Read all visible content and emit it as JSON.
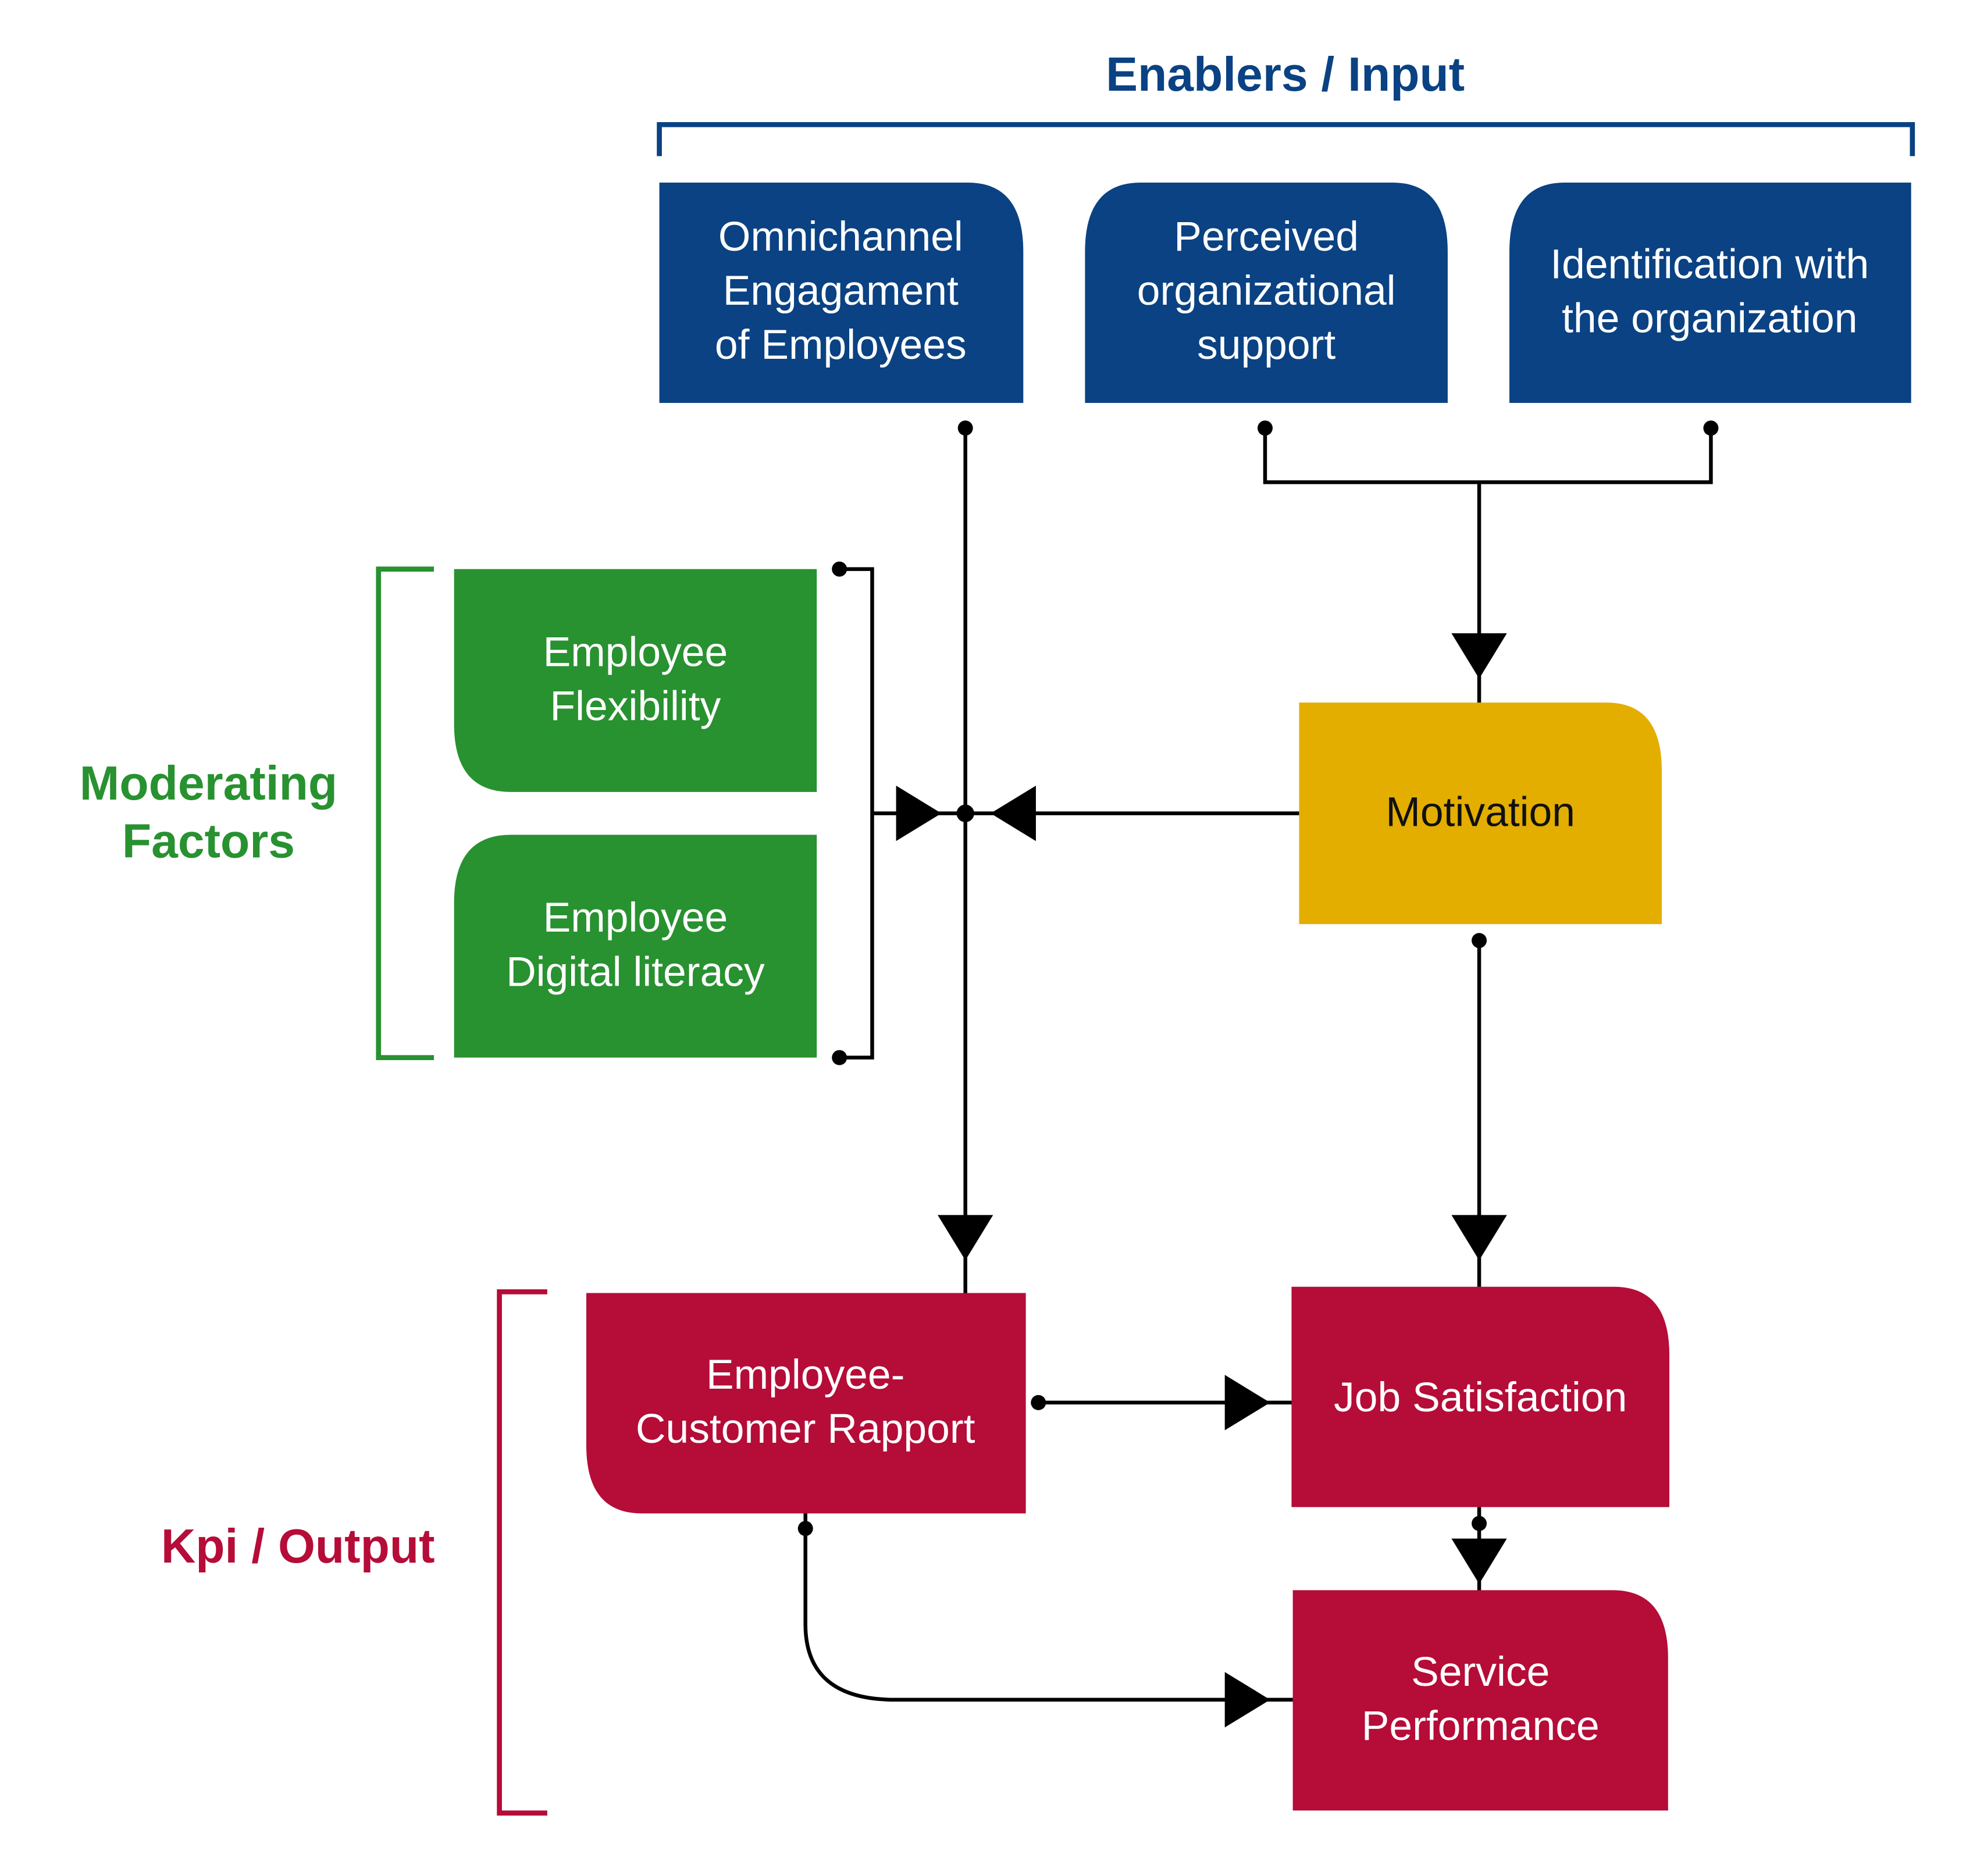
{
  "colors": {
    "enablers": "#0a4283",
    "moderating": "#289130",
    "motivation": "#e3ae00",
    "kpi": "#b50c38",
    "connector": "#000000"
  },
  "groups": {
    "enablers": {
      "title": "Enablers / Input"
    },
    "moderating": {
      "title_line1": "Moderating",
      "title_line2": "Factors"
    },
    "kpi": {
      "title": "Kpi / Output"
    }
  },
  "nodes": {
    "omnichannel": {
      "lines": [
        "Omnichannel",
        "Engagament",
        "of Employees"
      ]
    },
    "perceived": {
      "lines": [
        "Perceived",
        "organizational",
        "support"
      ]
    },
    "identification": {
      "lines": [
        "Identification with",
        "the organization"
      ]
    },
    "flexibility": {
      "lines": [
        "Employee",
        "Flexibility"
      ]
    },
    "digital": {
      "lines": [
        "Employee",
        "Digital literacy"
      ]
    },
    "motivation": {
      "lines": [
        "Motivation"
      ]
    },
    "rapport": {
      "lines": [
        "Employee-",
        "Customer Rapport"
      ]
    },
    "job": {
      "lines": [
        "Job Satisfaction"
      ]
    },
    "service": {
      "lines": [
        "Service",
        "Performance"
      ]
    }
  },
  "edges": [
    {
      "from": "omnichannel",
      "to": "rapport"
    },
    {
      "from": "perceived",
      "to": "motivation"
    },
    {
      "from": "identification",
      "to": "motivation"
    },
    {
      "from": "motivation",
      "to": "omnichannel-rapport-link"
    },
    {
      "from": "flexibility",
      "to": "omnichannel-rapport-link"
    },
    {
      "from": "digital",
      "to": "omnichannel-rapport-link"
    },
    {
      "from": "motivation",
      "to": "job"
    },
    {
      "from": "rapport",
      "to": "job"
    },
    {
      "from": "job",
      "to": "service"
    },
    {
      "from": "rapport",
      "to": "service"
    }
  ]
}
